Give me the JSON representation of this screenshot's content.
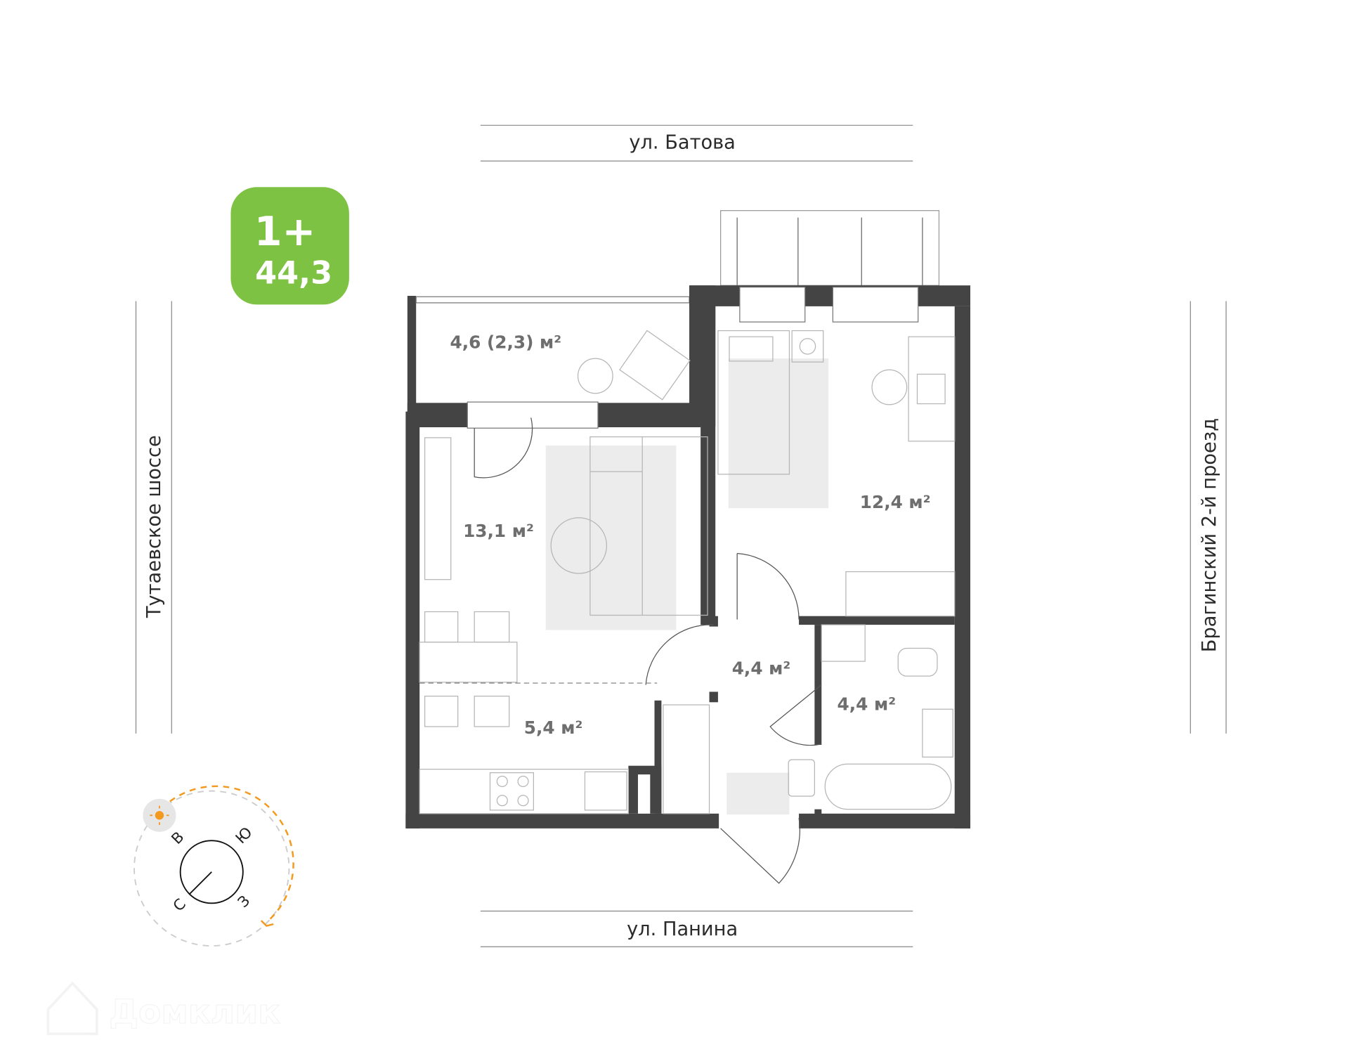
{
  "badge": {
    "rooms": "1+",
    "area": "44,3",
    "color": "#7DC242"
  },
  "streets": {
    "top": "ул. Батова",
    "bottom": "ул. Панина",
    "left": "Тутаевское шоссе",
    "right": "Брагинский 2-й проезд"
  },
  "rooms": {
    "balcony": "4,6 (2,3) м²",
    "living": "13,1 м²",
    "bedroom": "12,4 м²",
    "kitchen": "5,4 м²",
    "hallway": "4,4 м²",
    "bathroom": "4,4 м²"
  },
  "compass": {
    "east": "В",
    "south": "Ю",
    "north": "С",
    "west": "З",
    "sun_color": "#F39A1E"
  },
  "watermark": "Домклик",
  "colors": {
    "wall": "#444444",
    "rug": "#ececec"
  }
}
